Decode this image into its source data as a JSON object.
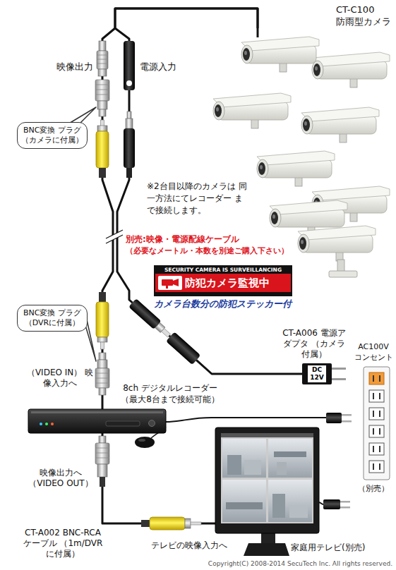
{
  "diagram": {
    "nodes": [
      {
        "text": [
          "CT-C100",
          "防雨型カメラ"
        ]
      },
      {
        "text": [
          "BNC変換 プラグ （カメラに付属）"
        ]
      },
      {
        "text": [
          "SECURITY CAMERA IS SURVEILLANCING",
          "防犯カメラ監視中"
        ]
      },
      {
        "text": [
          "BNC変換 プラグ （DVRに付属）"
        ]
      },
      {
        "text": [
          "CT-A006 電源アダプタ （カメラ付属）",
          "DC 12V"
        ]
      },
      {
        "text": [
          "AC100V コンセント",
          "（別売）"
        ]
      },
      {
        "text": [
          "8ch デジタルレコーダー （最大8台まで接続可能）"
        ]
      },
      {
        "text": [
          "家庭用テレビ(別売)"
        ]
      }
    ],
    "edges": [
      {
        "from": 0,
        "to": 6,
        "arrow": "none"
      },
      {
        "from": 0,
        "to": 4,
        "arrow": "none"
      },
      {
        "from": 6,
        "to": 7,
        "arrow": "none"
      }
    ],
    "labels": [
      "映像出力",
      "電源入力",
      "※2台目以降のカメラは 同一方法にてレコーダー まで接続します。",
      "別売:映像・電源配線ケーブル",
      "（必要なメートル・本数を別途ご購入下さい）",
      "カメラ台数分の防犯ステッカー付",
      "（VIDEO IN） 映像入力へ",
      "映像出力へ （VIDEO OUT）",
      "CT-A002 BNC-RCAケーブル （1m/DVRに付属）",
      "テレビの映像入力へ",
      "Copyright(C) 2008-2014 SecuTech Inc. All rights reserved."
    ]
  }
}
